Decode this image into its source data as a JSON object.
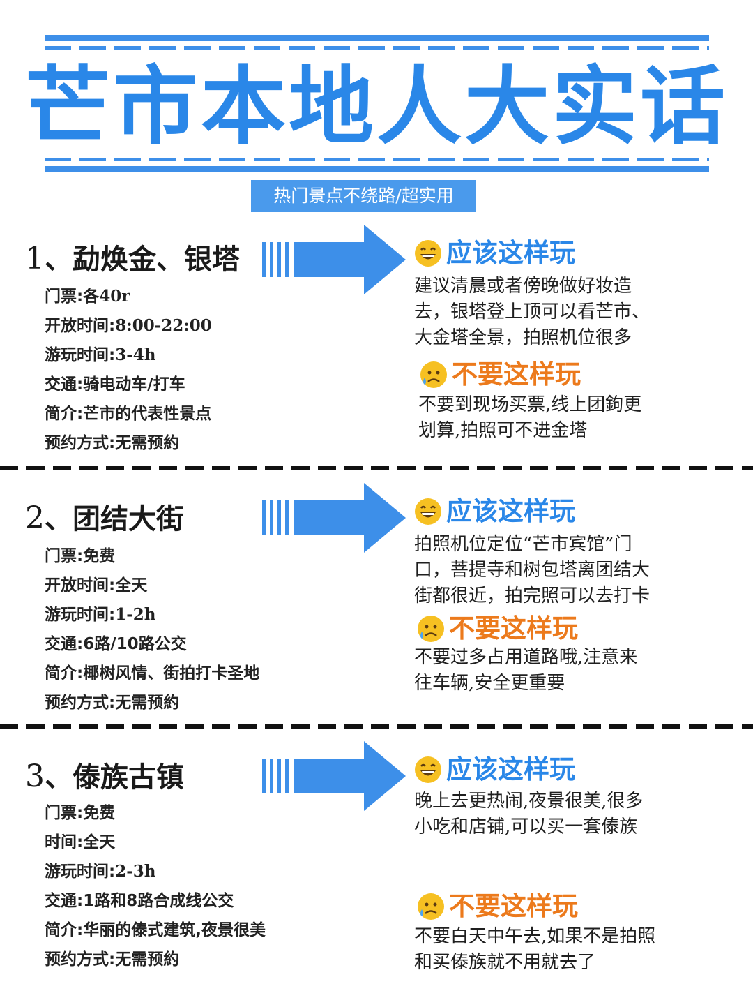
{
  "header": {
    "title": "芒市本地人大实话",
    "subtitle": "热门景点不绕路/超实用"
  },
  "sections": [
    {
      "num": "1",
      "name": "、勐焕金、银塔",
      "info": [
        {
          "label": "门票:",
          "value": "各40r"
        },
        {
          "label": "开放时间:",
          "value": "8:00-22:00"
        },
        {
          "label": "游玩时间:",
          "value": "3-4h"
        },
        {
          "label": "交通:",
          "value": "骑电动车/打车"
        },
        {
          "label": "简介:",
          "value": "芒市的代表性景点"
        },
        {
          "label": "预约方式:",
          "value": "无需预約"
        }
      ],
      "good_head": "应该这样玩",
      "good_text": "建议清晨或者傍晚做好妆造\n去，银塔登上顶可以看芒市、\n大金塔全景，拍照机位很多",
      "bad_head": "不要这样玩",
      "bad_text": "不要到现场买票,线上团鉤更\n划算,拍照可不进金塔"
    },
    {
      "num": "2",
      "name": "、团结大街",
      "info": [
        {
          "label": "门票:",
          "value": "免费"
        },
        {
          "label": "开放时间:",
          "value": "全天"
        },
        {
          "label": "游玩时间:",
          "value": "1-2h"
        },
        {
          "label": "交通:",
          "value": "6路/10路公交"
        },
        {
          "label": "简介:",
          "value": "椰树风情、街拍打卡圣地"
        },
        {
          "label": "预约方式:",
          "value": "无需预約"
        }
      ],
      "good_head": "应该这样玩",
      "good_text": "拍照机位定位“芒市宾馆”门\n口，菩提寺和树包塔离团结大\n街都很近，拍完照可以去打卡",
      "bad_head": "不要这样玩",
      "bad_text": "不要过多占用道路哦,注意来\n往车辆,安全更重要"
    },
    {
      "num": "3",
      "name": "、傣族古镇",
      "info": [
        {
          "label": "门票:",
          "value": "免费"
        },
        {
          "label": "时间:",
          "value": "全天"
        },
        {
          "label": "游玩时间:",
          "value": "2-3h"
        },
        {
          "label": "交通:",
          "value": "1路和8路合成线公交"
        },
        {
          "label": "简介:",
          "value": "华丽的傣式建筑,夜景很美"
        },
        {
          "label": "预约方式:",
          "value": "无需预約"
        }
      ],
      "good_head": "应该这样玩",
      "good_text": "晚上去更热闹,夜景很美,很多\n小吃和店铺,可以买一套傣族",
      "bad_head": "不要这样玩",
      "bad_text": "不要白天中午去,如果不是拍照\n和买傣族就不用就去了"
    }
  ],
  "colors": {
    "accent": "#2a87e8",
    "warning": "#ec7a1c",
    "emoji": "#f6c022"
  },
  "icons": {
    "good": "grinning-face-icon",
    "bad": "sad-sweat-face-icon",
    "arrow": "right-arrow-icon"
  }
}
